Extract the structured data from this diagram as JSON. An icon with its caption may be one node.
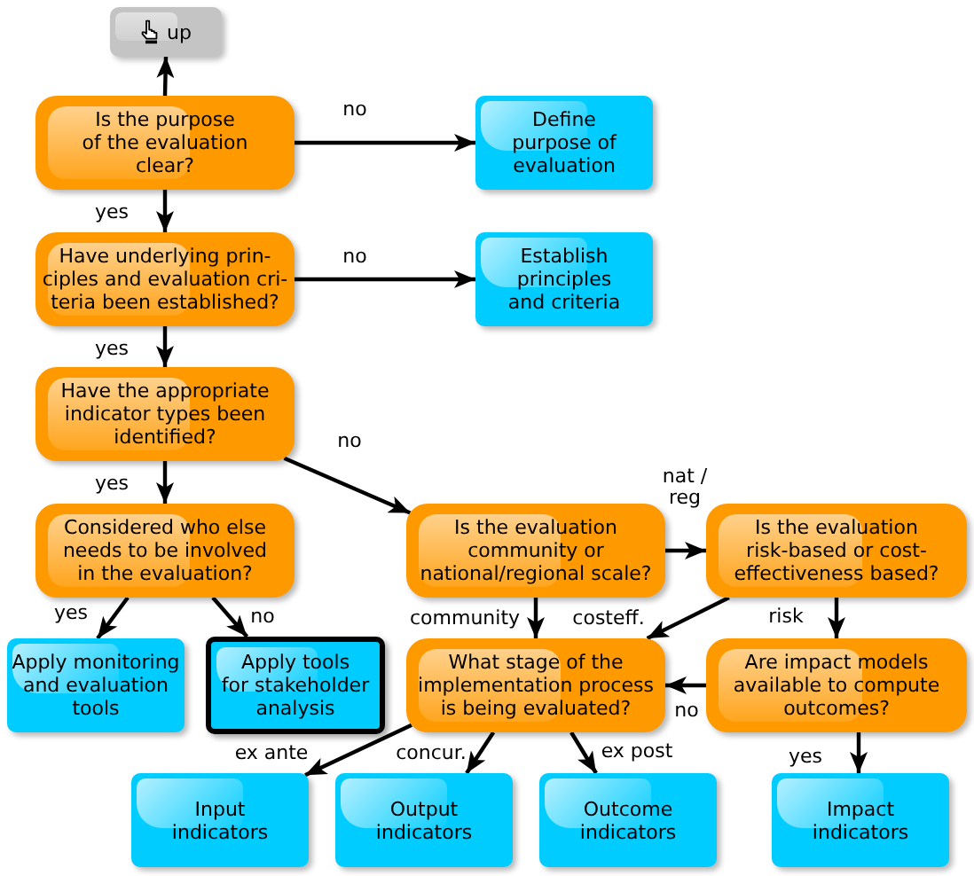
{
  "diagram": {
    "nodes": [
      {
        "text": [
          "up"
        ]
      },
      {
        "text": [
          "Is the purpose of the evaluation clear?"
        ]
      },
      {
        "text": [
          "Define purpose of evaluation"
        ]
      },
      {
        "text": [
          "Have underlying prin- ciples and evaluation cri- teria been established?"
        ]
      },
      {
        "text": [
          "Establish principles and criteria"
        ]
      },
      {
        "text": [
          "Have the appropriate indicator types been identified?"
        ]
      },
      {
        "text": [
          "Considered who else needs to be involved in the evaluation?"
        ]
      },
      {
        "text": [
          "Is the evaluation community or national/regional scale?"
        ]
      },
      {
        "text": [
          "Is the evaluation risk-based or cost- effectiveness based?"
        ]
      },
      {
        "text": [
          "Apply monitoring and evaluation tools"
        ]
      },
      {
        "text": [
          "Apply tools for stakeholder analysis"
        ]
      },
      {
        "text": [
          "What stage of the implementation process is being evaluated?"
        ]
      },
      {
        "text": [
          "Are impact models available to compute outcomes?"
        ]
      },
      {
        "text": [
          "Input indicators"
        ]
      },
      {
        "text": [
          "Output indicators"
        ]
      },
      {
        "text": [
          "Outcome indicators"
        ]
      },
      {
        "text": [
          "Impact indicators"
        ]
      }
    ],
    "edges": [
      {
        "from": 1,
        "to": 0,
        "arrow": "to"
      },
      {
        "from": 1,
        "to": 2,
        "arrow": "to",
        "label": "no"
      },
      {
        "from": 1,
        "to": 3,
        "arrow": "to",
        "label": "yes"
      },
      {
        "from": 3,
        "to": 4,
        "arrow": "to",
        "label": "no"
      },
      {
        "from": 3,
        "to": 5,
        "arrow": "to",
        "label": "yes"
      },
      {
        "from": 5,
        "to": 6,
        "arrow": "to",
        "label": "yes"
      },
      {
        "from": 5,
        "to": 7,
        "arrow": "to",
        "label": "no"
      },
      {
        "from": 6,
        "to": 9,
        "arrow": "to",
        "label": "yes"
      },
      {
        "from": 6,
        "to": 10,
        "arrow": "to",
        "label": "no"
      },
      {
        "from": 7,
        "to": 8,
        "arrow": "to",
        "label": "nat / reg"
      },
      {
        "from": 7,
        "to": 11,
        "arrow": "to",
        "label": "community"
      },
      {
        "from": 8,
        "to": 11,
        "arrow": "to",
        "label": "costeff."
      },
      {
        "from": 8,
        "to": 12,
        "arrow": "to",
        "label": "risk"
      },
      {
        "from": 12,
        "to": 11,
        "arrow": "to",
        "label": "no"
      },
      {
        "from": 11,
        "to": 13,
        "arrow": "to",
        "label": "ex ante"
      },
      {
        "from": 11,
        "to": 14,
        "arrow": "to",
        "label": "concur."
      },
      {
        "from": 11,
        "to": 15,
        "arrow": "to",
        "label": "ex post"
      },
      {
        "from": 12,
        "to": 16,
        "arrow": "to",
        "label": "yes"
      }
    ]
  }
}
